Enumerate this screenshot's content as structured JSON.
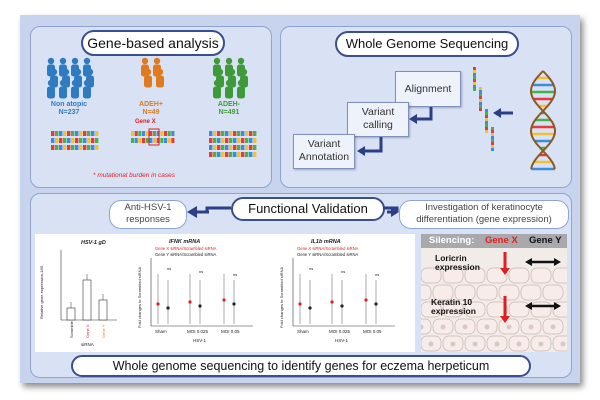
{
  "panels": {
    "gene_based": {
      "title": "Gene-based analysis",
      "groups": [
        {
          "name": "Non atopic",
          "n": "N=237",
          "color": "#2f7bbf"
        },
        {
          "name": "ADEH+",
          "n": "N=49",
          "color": "#e07a1f"
        },
        {
          "name": "ADEH-",
          "n": "N=491",
          "color": "#3f9a3a"
        }
      ],
      "gene_x_label": "Gene X",
      "footnote": "* mutational burden in cases"
    },
    "wgs": {
      "title": "Whole Genome Sequencing",
      "steps": [
        "Alignment",
        "Variant calling",
        "Variant Annotation"
      ]
    },
    "functional": {
      "title": "Functional Validation",
      "left_box": "Anti-HSV-1 responses",
      "right_box": "Investigation of keratinocyte differentiation (gene expression)"
    },
    "bottom_title": "Whole genome sequencing to identify genes for eczema herpeticum"
  },
  "charts": {
    "hsv": {
      "title": "HSV-1 gD",
      "ylabel": "Relative gene expression-18S",
      "categories": [
        "Scramble",
        "Gene X",
        "Gene Y"
      ],
      "xlabel": "siRNA"
    },
    "ifnk": {
      "title": "IFNK mRNA",
      "ylabel": "Fold changes to Scrambled siRNA",
      "legend": [
        "Gene X siRNA/Scrambled siRNA",
        "Gene Y siRNA/Scrambled siRNA"
      ],
      "categories": [
        "Sham",
        "MOI 0.025",
        "MOI 0.05"
      ],
      "xlabel": "HSV-1",
      "ns": "ns"
    },
    "il1b": {
      "title": "IL1b mRNA",
      "ylabel": "Fold changes to Scrambled siRNA",
      "legend": [
        "Gene X siRNA/Scrambled siRNA",
        "Gene Y siRNA/Scrambled siRNA"
      ],
      "categories": [
        "Sham",
        "MOI 0.025",
        "MOI 0.05"
      ],
      "xlabel": "HSV-1",
      "ns": "ns"
    }
  },
  "silencing": {
    "label": "Silencing:",
    "gene_x": "Gene X",
    "gene_y": "Gene Y",
    "loricrin": "Loricrin expression",
    "keratin": "Keratin 10 expression"
  },
  "colors": {
    "frame": "#c8d4ee",
    "panel": "#d9e2f5",
    "red": "#e02020",
    "navy": "#3a4f8f"
  }
}
